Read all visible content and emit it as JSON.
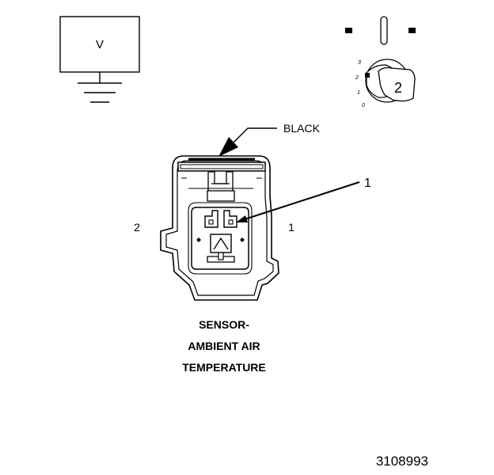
{
  "voltmeter": {
    "symbol": "V"
  },
  "key_switch": {
    "positions": [
      "3",
      "2",
      "1",
      "0"
    ],
    "selected_position": "2"
  },
  "connector": {
    "color_label": "BLACK",
    "callout_number": "1",
    "cavity_left": "2",
    "cavity_right": "1",
    "name_lines": [
      "SENSOR-",
      "AMBIENT AIR",
      "TEMPERATURE"
    ]
  },
  "figure_id": "3108993",
  "colors": {
    "ink": "#000000",
    "background": "#ffffff"
  }
}
